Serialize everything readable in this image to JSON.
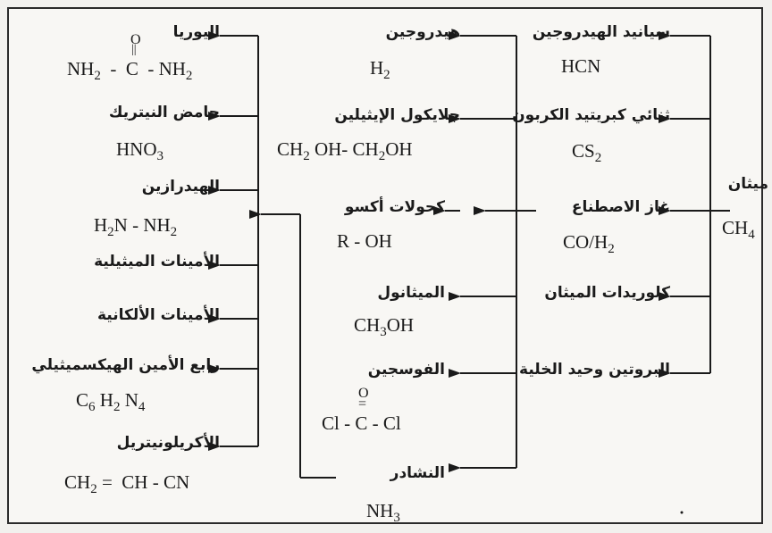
{
  "root": {
    "name": "ميثان",
    "formula_base": "CH",
    "formula_sub": "4"
  },
  "col1": [
    {
      "name": "سيانيد الهيدروجين",
      "formula": "HCN"
    },
    {
      "name": "ثنائي كبريتيد الكربون",
      "formula_base": "CS",
      "formula_sub": "2"
    },
    {
      "name": "غاز الاصطناع",
      "formula_base": "CO/H",
      "formula_sub": "2"
    },
    {
      "name": "كلوريدات الميثان"
    },
    {
      "name": "البروتين وحيد الخلية"
    }
  ],
  "col2": [
    {
      "name": "هيدروجين",
      "formula_base": "H",
      "formula_sub": "2"
    },
    {
      "name": "جلايكول الإيثيلين",
      "formula_a": "CH",
      "formula_a_sub": "2",
      "formula_b": " OH- CH",
      "formula_b_sub": "2",
      "formula_c": "OH"
    },
    {
      "name": "كحولات أكسو",
      "formula": "R - OH"
    },
    {
      "name": "الميثانول",
      "formula_a": "CH",
      "formula_a_sub": "3",
      "formula_b": "OH"
    },
    {
      "name": "الفوسجين",
      "formula_top": "O",
      "formula_bond": "=",
      "formula": "Cl - C - Cl"
    },
    {
      "name": "النشادر",
      "formula_base": "NH",
      "formula_sub": "3"
    }
  ],
  "col3": [
    {
      "name": "اليوريا",
      "formula_top": "O",
      "formula_a": "NH",
      "formula_a_sub": "2",
      "formula_b": "  -  C  - NH",
      "formula_b_sub": "2"
    },
    {
      "name": "حامض النيتريك",
      "formula_a": "HNO",
      "formula_a_sub": "3"
    },
    {
      "name": "الهيدرازين",
      "formula_a": "H",
      "formula_a_sub": "2",
      "formula_b": "N - NH",
      "formula_b_sub": "2"
    },
    {
      "name": "الأمينات الميثيلية"
    },
    {
      "name": "الأمينات الألكانية"
    },
    {
      "name": "رابع الأمين الهيكسميثيلي",
      "formula_a": "C",
      "formula_a_sub": "6",
      "formula_b": " H",
      "formula_b_sub": "2",
      "formula_c": " N",
      "formula_c_sub": "4"
    },
    {
      "name": "الأكريلونيتريل",
      "formula_a": "CH",
      "formula_a_sub": "2",
      "formula_b": " =  CH - CN"
    }
  ],
  "colors": {
    "ink": "#1a1a1a",
    "background": "#f8f7f4"
  }
}
